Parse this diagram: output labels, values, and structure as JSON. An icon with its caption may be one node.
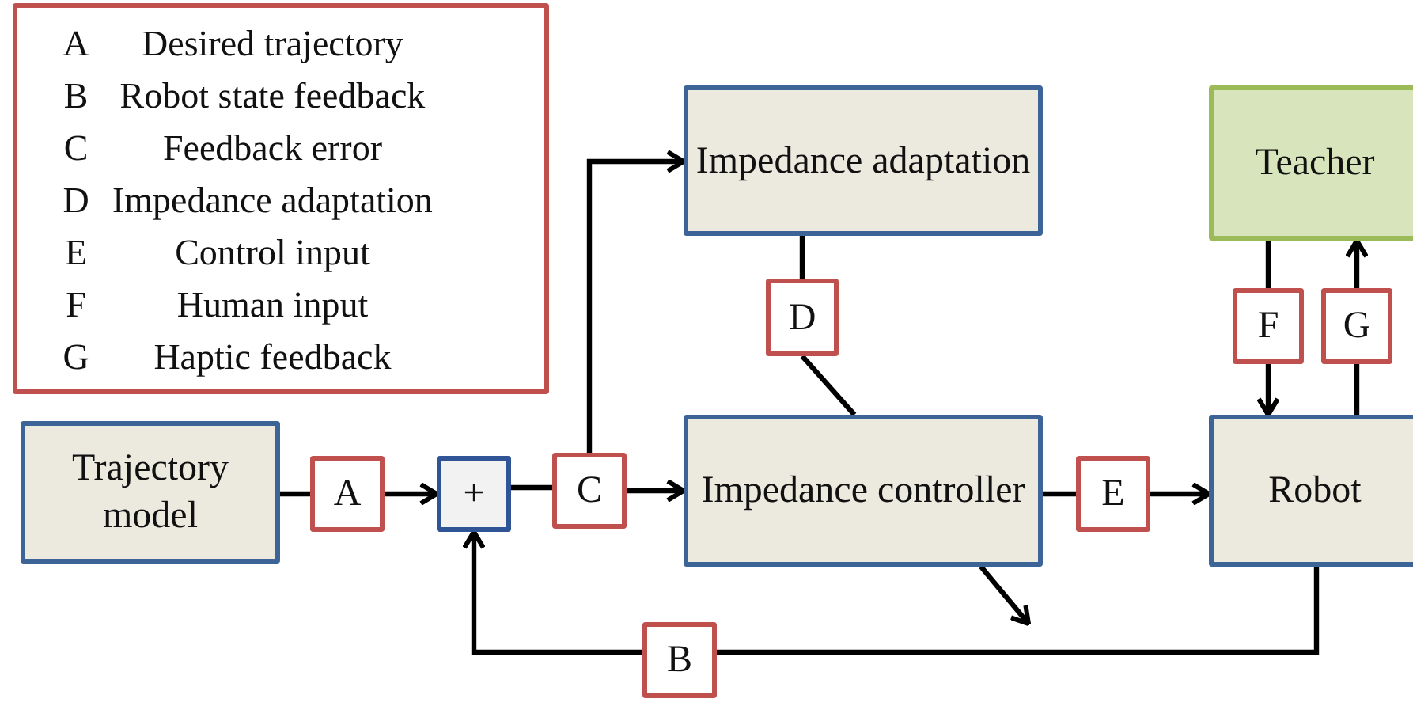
{
  "diagram": {
    "nodes": [
      {
        "text": [
          "A",
          "Desired trajectory",
          "B",
          "Robot state feedback",
          "C",
          "Feedback error",
          "D",
          "Impedance adaptation",
          "E",
          "Control input",
          "F",
          "Human input",
          "G",
          "Haptic feedback"
        ]
      },
      {
        "text": [
          "Trajectory model"
        ]
      },
      {
        "text": [
          "A"
        ]
      },
      {
        "text": [
          "+"
        ]
      },
      {
        "text": [
          "C"
        ]
      },
      {
        "text": [
          "Impedance adaptation"
        ]
      },
      {
        "text": [
          "D"
        ]
      },
      {
        "text": [
          "Impedance controller"
        ]
      },
      {
        "text": [
          "E"
        ]
      },
      {
        "text": [
          "Teacher"
        ]
      },
      {
        "text": [
          "F"
        ]
      },
      {
        "text": [
          "G"
        ]
      },
      {
        "text": [
          "Robot"
        ]
      },
      {
        "text": [
          "B"
        ]
      }
    ],
    "edges": [
      {
        "from": 1,
        "to": 2,
        "arrow": "none"
      },
      {
        "from": 2,
        "to": 3,
        "arrow": "to"
      },
      {
        "from": 3,
        "to": 4,
        "arrow": "none"
      },
      {
        "from": 4,
        "to": 7,
        "arrow": "to"
      },
      {
        "from": 4,
        "to": 5,
        "arrow": "to"
      },
      {
        "from": 5,
        "to": 6,
        "arrow": "none"
      },
      {
        "from": 6,
        "to": 7,
        "arrow": "none"
      },
      {
        "from": 7,
        "to": 8,
        "arrow": "none"
      },
      {
        "from": 8,
        "to": 12,
        "arrow": "to"
      },
      {
        "from": 9,
        "to": 10,
        "arrow": "none"
      },
      {
        "from": 10,
        "to": 12,
        "arrow": "to"
      },
      {
        "from": 12,
        "to": 11,
        "arrow": "none"
      },
      {
        "from": 11,
        "to": 9,
        "arrow": "to"
      },
      {
        "from": 12,
        "to": 13,
        "arrow": "none"
      },
      {
        "from": 13,
        "to": 3,
        "arrow": "to"
      },
      {
        "from": 7,
        "to": null,
        "arrow": "to"
      }
    ]
  }
}
